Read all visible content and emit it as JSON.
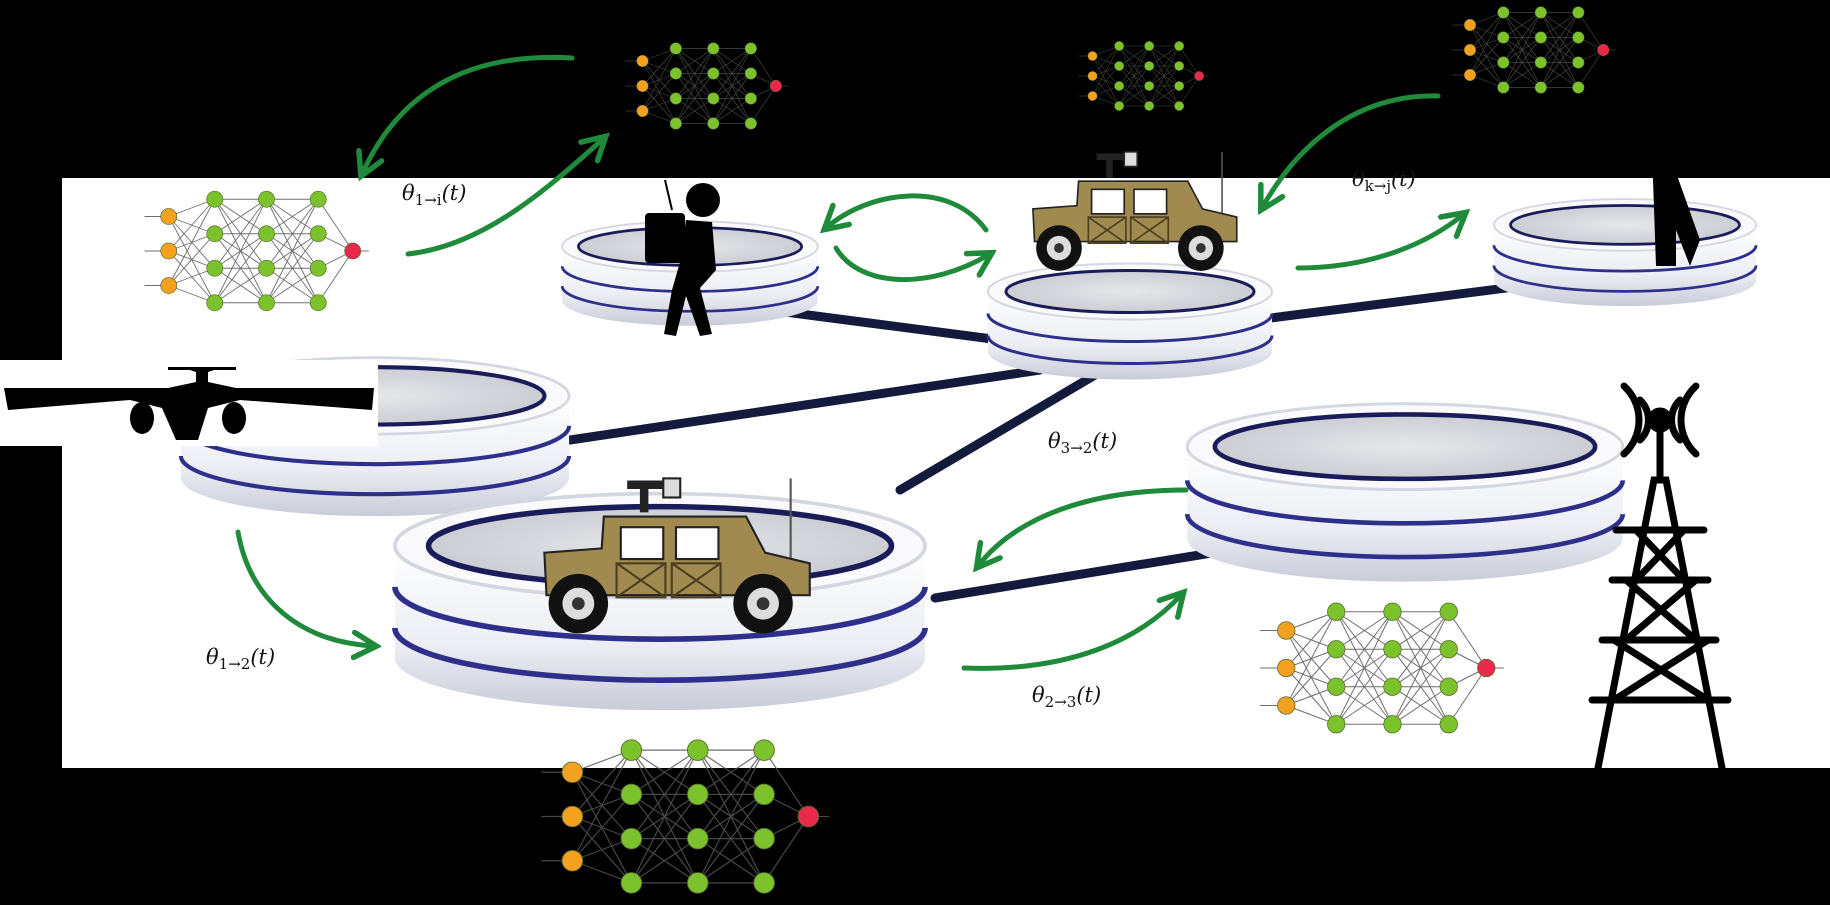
{
  "diagram": {
    "edge_labels": [
      {
        "theta": "θ",
        "sub": "1→i",
        "arg": "(t)"
      },
      {
        "theta": "θ",
        "sub": "k→j",
        "arg": "(t)"
      },
      {
        "theta": "θ",
        "sub": "3→2",
        "arg": "(t)"
      },
      {
        "theta": "θ",
        "sub": "1→2",
        "arg": "(t)"
      },
      {
        "theta": "θ",
        "sub": "2→3",
        "arg": "(t)"
      }
    ],
    "nodes": [
      {
        "name": "aircraft-node",
        "icon": "airplane-icon"
      },
      {
        "name": "soldier-node",
        "icon": "soldier-icon"
      },
      {
        "name": "humvee-node-top",
        "icon": "humvee-icon"
      },
      {
        "name": "right-node",
        "icon": "person-icon"
      },
      {
        "name": "humvee-node-center",
        "icon": "humvee-icon"
      },
      {
        "name": "tower-node",
        "icon": "radio-tower-icon"
      }
    ],
    "colors": {
      "background": "#000000",
      "panel": "#ffffff",
      "arrow": "#1e8a3a",
      "link": "#141a3c",
      "input_neuron": "#f4a020",
      "hidden_neuron": "#7cc22c",
      "output_neuron": "#e8294a",
      "vehicle": "#a08a50"
    }
  }
}
